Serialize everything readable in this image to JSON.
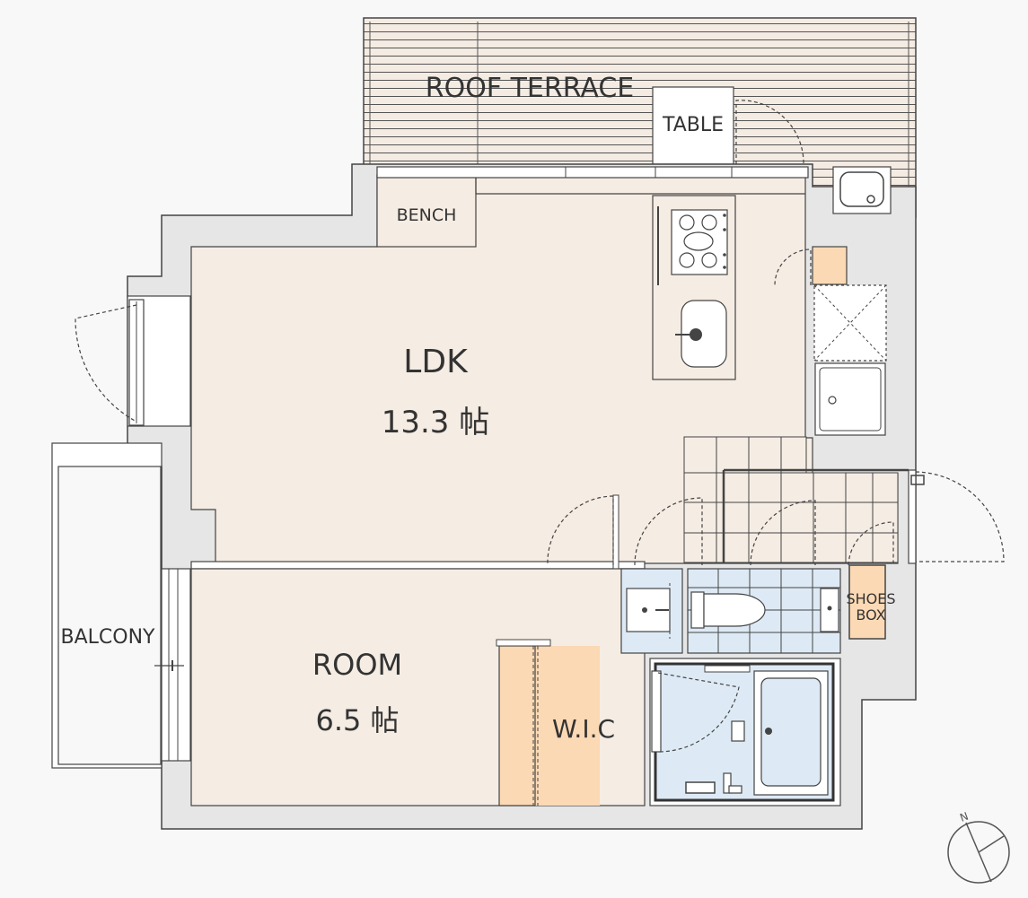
{
  "rooms": {
    "ldk": {
      "name": "LDK",
      "size": "13.3 帖"
    },
    "room": {
      "name": "ROOM",
      "size": "6.5 帖"
    },
    "wic": {
      "name": "W.I.C"
    },
    "balcony": {
      "name": "BALCONY"
    },
    "roof_terrace": {
      "name": "ROOF TERRACE"
    },
    "table": {
      "name": "TABLE"
    },
    "bench": {
      "name": "BENCH"
    },
    "shoes_box": {
      "line1": "SHOES",
      "line2": "BOX"
    }
  },
  "compass": {
    "label": "N"
  },
  "colors": {
    "wall": "#e6e6e6",
    "floor": "#f5ece3",
    "wet_area": "#ddeaf5",
    "storage": "#fbd9b4",
    "terrace": "#f4ebe3",
    "line": "#333333"
  }
}
